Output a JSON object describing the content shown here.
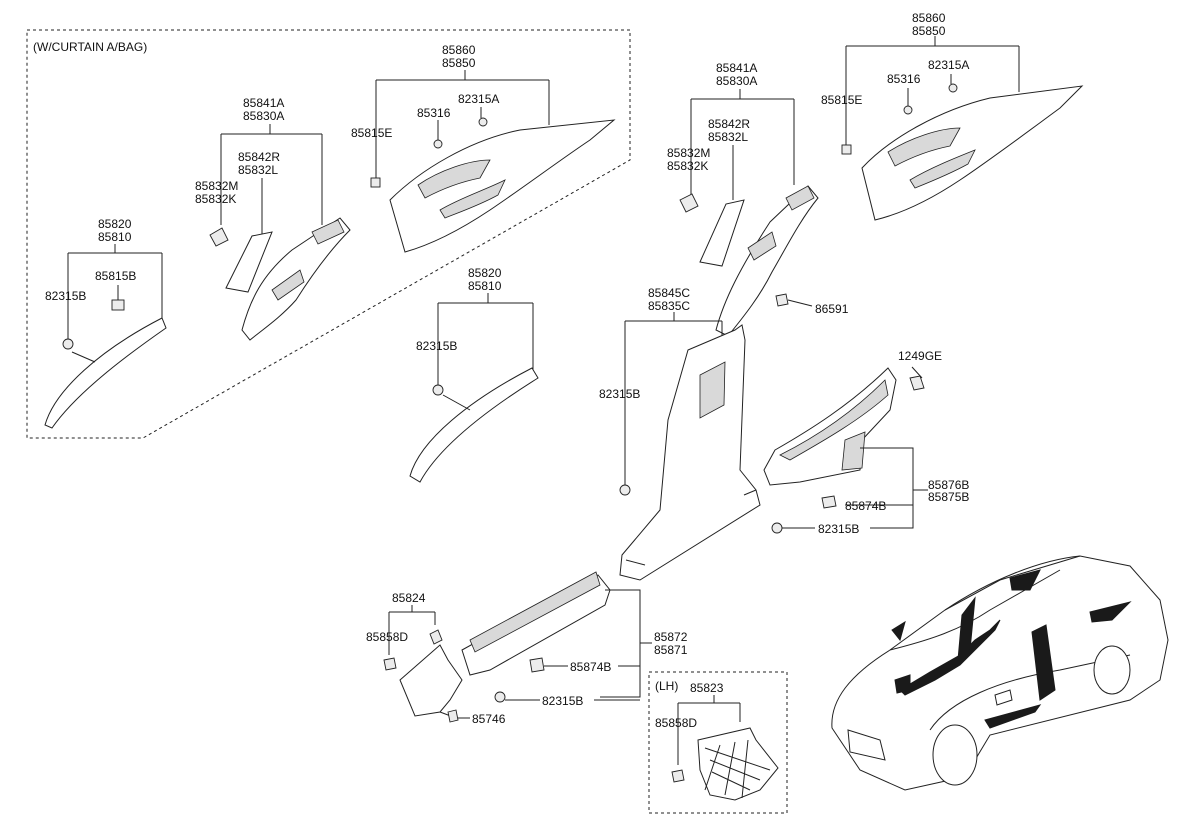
{
  "groups": {
    "curtain": "(W/CURTAIN A/BAG)",
    "lh": "(LH)"
  },
  "labels": {
    "c_85860": "85860",
    "c_85850": "85850",
    "c_82315A": "82315A",
    "c_85316": "85316",
    "c_85815E": "85815E",
    "c_85841A": "85841A",
    "c_85830A": "85830A",
    "c_85842R": "85842R",
    "c_85832L": "85832L",
    "c_85832M": "85832M",
    "c_85832K": "85832K",
    "c_85820": "85820",
    "c_85810": "85810",
    "c_85815B": "85815B",
    "c_82315B": "82315B",
    "r_85860": "85860",
    "r_85850": "85850",
    "r_82315A": "82315A",
    "r_85316": "85316",
    "r_85815E": "85815E",
    "r_85841A": "85841A",
    "r_85830A": "85830A",
    "r_85842R": "85842R",
    "r_85832L": "85832L",
    "r_85832M": "85832M",
    "r_85832K": "85832K",
    "r_86591": "86591",
    "m_85820": "85820",
    "m_85810": "85810",
    "m_82315B": "82315B",
    "b_85845C": "85845C",
    "b_85835C": "85835C",
    "b_82315B": "82315B",
    "s_1249GE": "1249GE",
    "s_85876B": "85876B",
    "s_85875B": "85875B",
    "s_85874B": "85874B",
    "s_82315B": "82315B",
    "f_85872": "85872",
    "f_85871": "85871",
    "f_85874B": "85874B",
    "f_82315B": "82315B",
    "k_85824": "85824",
    "k_85858D": "85858D",
    "k_85746": "85746",
    "l_85823": "85823",
    "l_85858D": "85858D"
  }
}
